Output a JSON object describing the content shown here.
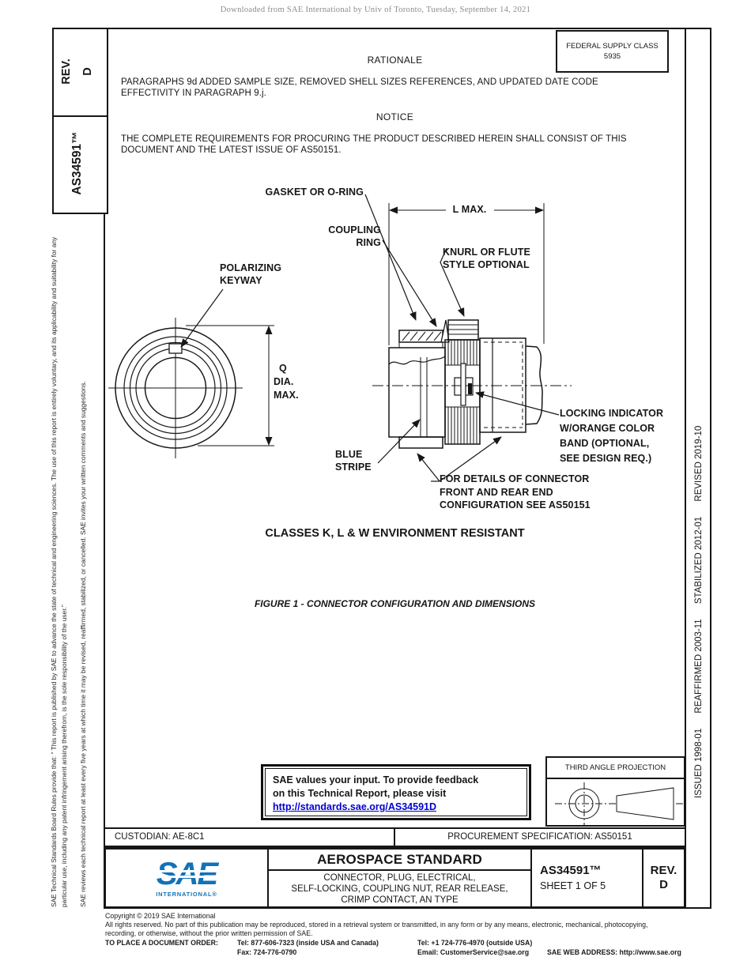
{
  "page": {
    "watermark": "Downloaded from SAE International by Univ of Toronto, Tuesday, September 14, 2021"
  },
  "sidebar_left": {
    "rev_label": "REV.",
    "rev_value": "D",
    "doc_number": "AS34591™",
    "board_rules": "SAE Technical Standards Board Rules provide that: \" This report is published by SAE to advance the state of technical and engineering sciences. The use of this report is entirely voluntary, and its applicability and suitability for any particular use, including any patent infringement arising therefrom, is the sole responsibility of the user.\"",
    "review_note": "SAE reviews each technical report at least every five years at which time it may be revised, reaffirmed, stabilized, or cancelled. SAE invites your written comments and suggestions."
  },
  "sidebar_right": {
    "history": "ISSUED 1998-01      REAFFIRMED 2003-11      STABILIZED 2012-01      REVISED 2019-10"
  },
  "header": {
    "federal_supply_class_label": "FEDERAL SUPPLY CLASS",
    "federal_supply_class_value": "5935",
    "rationale_title": "RATIONALE",
    "rationale_text": "PARAGRAPHS 9d ADDED SAMPLE SIZE, REMOVED SHELL SIZES REFERENCES, AND UPDATED DATE CODE EFFECTIVITY IN PARAGRAPH 9.j.",
    "notice_title": "NOTICE",
    "notice_text": "THE COMPLETE REQUIREMENTS FOR PROCURING THE PRODUCT DESCRIBED HEREIN SHALL CONSIST OF THIS DOCUMENT AND THE LATEST ISSUE OF AS50151."
  },
  "figure": {
    "labels": {
      "gasket": "GASKET OR O-RING",
      "l_max": "L MAX.",
      "coupling_1": "COUPLING",
      "coupling_2": "RING",
      "knurl_1": "KNURL OR FLUTE",
      "knurl_2": "STYLE OPTIONAL",
      "keyway_1": "POLARIZING",
      "keyway_2": "KEYWAY",
      "q_1": "Q",
      "q_2": "DIA.",
      "q_3": "MAX.",
      "locking_1": "LOCKING INDICATOR",
      "locking_2": "W/ORANGE COLOR",
      "locking_3": "BAND (OPTIONAL,",
      "locking_4": "SEE DESIGN REQ.)",
      "blue_1": "BLUE",
      "blue_2": "STRIPE",
      "details_1": "FOR DETAILS OF CONNECTOR",
      "details_2": "FRONT AND REAR END",
      "details_3": "CONFIGURATION SEE AS50151"
    },
    "classes_line": "CLASSES K, L & W ENVIRONMENT RESISTANT",
    "caption": "FIGURE 1 - CONNECTOR CONFIGURATION AND DIMENSIONS"
  },
  "feedback_box": {
    "line1": "SAE values your input. To provide feedback",
    "line2": "on this Technical Report, please visit",
    "link": "http://standards.sae.org/AS34591D"
  },
  "projection": {
    "label": "THIRD ANGLE PROJECTION"
  },
  "title_block": {
    "custodian": "CUSTODIAN: AE-8C1",
    "procurement": "PROCUREMENT SPECIFICATION: AS50151",
    "logo_text": "SAE",
    "logo_sub": "INTERNATIONAL®",
    "doc_type": "AEROSPACE STANDARD",
    "subtitle_1": "CONNECTOR, PLUG, ELECTRICAL,",
    "subtitle_2": "SELF-LOCKING, COUPLING NUT, REAR RELEASE,",
    "subtitle_3": "CRIMP CONTACT, AN TYPE",
    "doc_number": "AS34591™",
    "sheet": "SHEET 1 OF 5",
    "rev_label": "REV.",
    "rev_value": "D"
  },
  "footer": {
    "copyright": "Copyright © 2019 SAE International",
    "rights_1": "All rights reserved. No part of this publication may be reproduced, stored in a retrieval system or transmitted, in any form or by any means, electronic, mechanical, photocopying,",
    "rights_2": "recording, or otherwise, without the prior written permission of SAE.",
    "order_label": "TO PLACE A DOCUMENT ORDER:",
    "tel_1": "Tel: 877-606-7323 (inside USA and Canada)",
    "tel_2": "Tel: +1 724-776-4970 (outside USA)",
    "fax": "Fax: 724-776-0790",
    "email": "Email: CustomerService@sae.org",
    "web": "SAE WEB ADDRESS: http://www.sae.org"
  }
}
